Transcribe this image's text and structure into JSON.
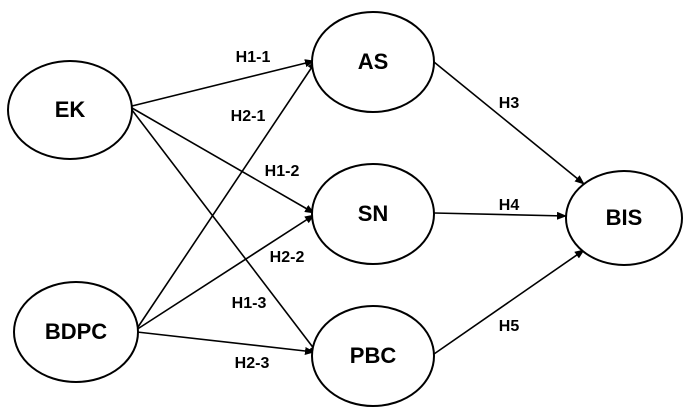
{
  "diagram": {
    "nodes": [
      {
        "id": "EK",
        "label": "EK"
      },
      {
        "id": "BDPC",
        "label": "BDPC"
      },
      {
        "id": "AS",
        "label": "AS"
      },
      {
        "id": "SN",
        "label": "SN"
      },
      {
        "id": "PBC",
        "label": "PBC"
      },
      {
        "id": "BIS",
        "label": "BIS"
      }
    ],
    "edges": [
      {
        "from": "EK",
        "to": "AS",
        "label": "H1-1"
      },
      {
        "from": "EK",
        "to": "SN",
        "label": "H1-2"
      },
      {
        "from": "EK",
        "to": "PBC",
        "label": "H1-3"
      },
      {
        "from": "BDPC",
        "to": "AS",
        "label": "H2-1"
      },
      {
        "from": "BDPC",
        "to": "SN",
        "label": "H2-2"
      },
      {
        "from": "BDPC",
        "to": "PBC",
        "label": "H2-3"
      },
      {
        "from": "AS",
        "to": "BIS",
        "label": "H3"
      },
      {
        "from": "SN",
        "to": "BIS",
        "label": "H4"
      },
      {
        "from": "PBC",
        "to": "BIS",
        "label": "H5"
      }
    ]
  }
}
